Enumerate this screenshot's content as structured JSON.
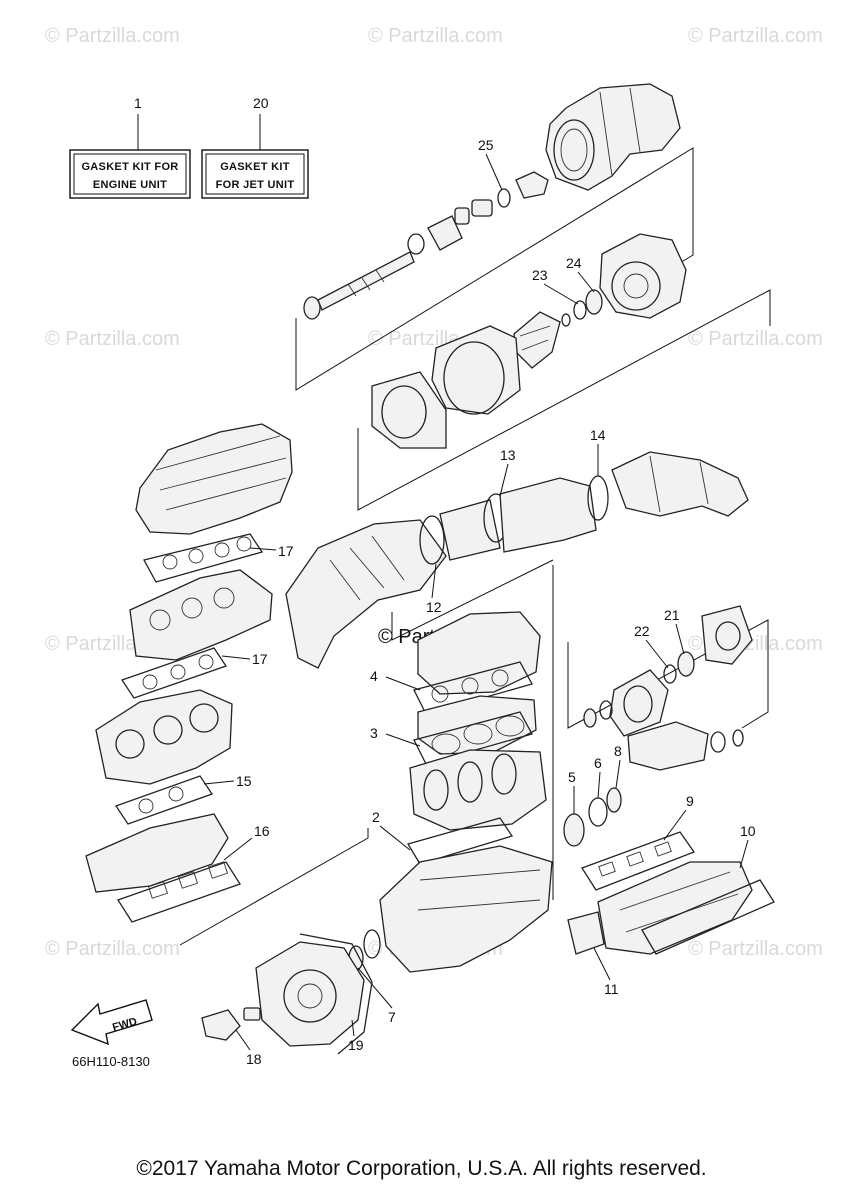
{
  "watermark": {
    "text": "© Partzilla.com",
    "center_text": "© Partzilla.com"
  },
  "kits": [
    {
      "number": "1",
      "line1": "GASKET KIT FOR",
      "line2": "ENGINE UNIT"
    },
    {
      "number": "20",
      "line1": "GASKET KIT",
      "line2": "FOR JET UNIT"
    }
  ],
  "callouts": [
    "25",
    "23",
    "24",
    "13",
    "14",
    "17",
    "12",
    "17",
    "4",
    "22",
    "21",
    "3",
    "15",
    "6",
    "8",
    "5",
    "9",
    "2",
    "16",
    "10",
    "11",
    "7",
    "19",
    "18"
  ],
  "fwd_label": "FWD",
  "diagram_code": "66H110-8130",
  "copyright": "©2017 Yamaha Motor Corporation, U.S.A. All rights reserved."
}
